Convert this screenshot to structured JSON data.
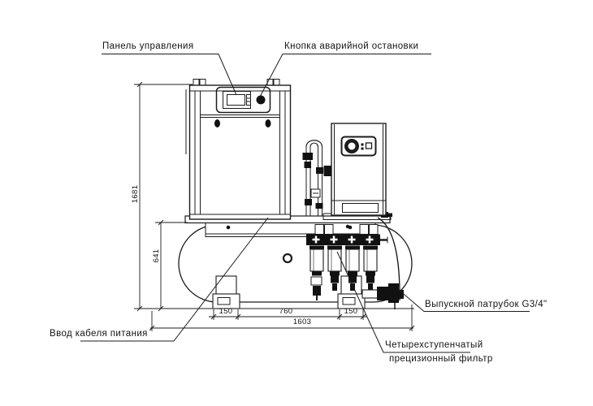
{
  "drawing": {
    "type": "technical-drawing",
    "subject": "screw compressor on receiver tank with air dryer and filters",
    "labels": {
      "control_panel": "Панель управления",
      "emergency_stop": "Кнопка аварийной остановки",
      "power_cable_entry": "Ввод кабеля питания",
      "outlet_port": "Выпускной патрубок G3/4\"",
      "filter_line1": "Четырехступенчатый",
      "filter_line2": "прецизионный фильтр"
    },
    "dimensions": {
      "overall_height": "1681",
      "tank_height": "641",
      "left_foot_width": "150",
      "feet_spacing": "760",
      "right_foot_width": "150",
      "overall_length": "1603"
    },
    "colors": {
      "line": "#1c1c1c",
      "fill_dark": "#111111",
      "background": "#ffffff"
    }
  }
}
